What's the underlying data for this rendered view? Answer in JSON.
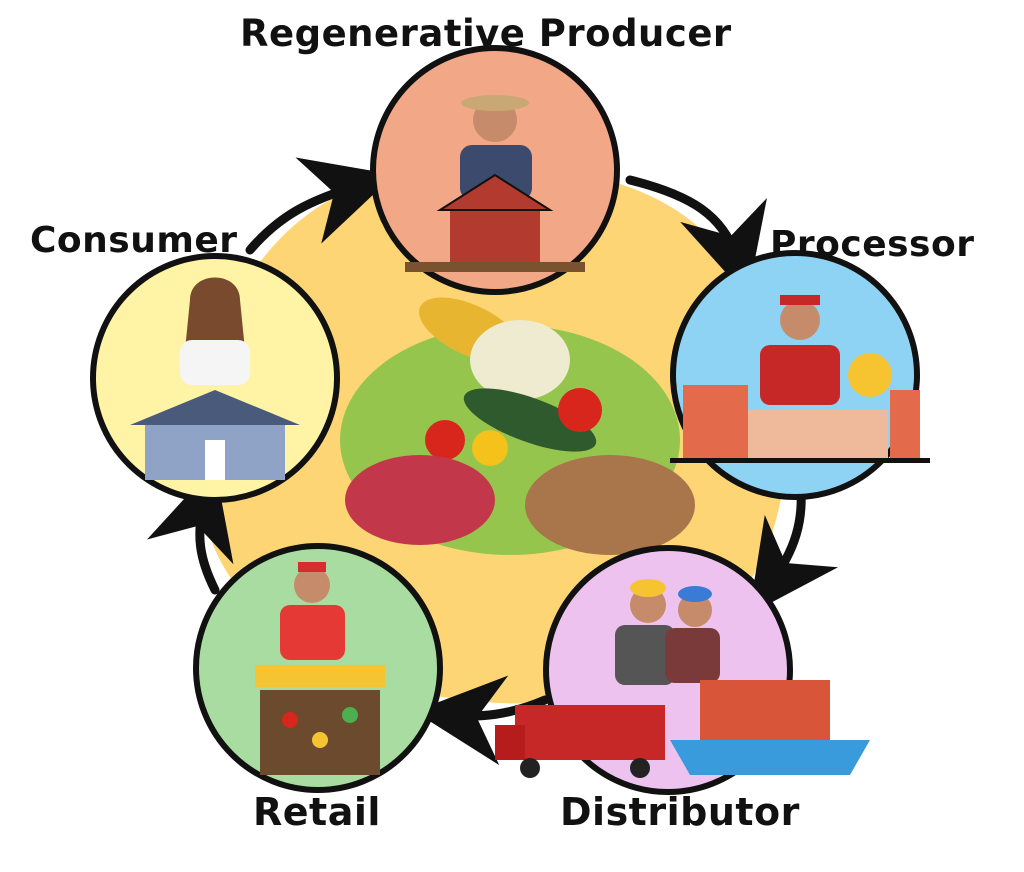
{
  "diagram": {
    "nodes": [
      {
        "id": "producer",
        "label": "Regenerative Producer",
        "icon": "farmer-barn-illustration"
      },
      {
        "id": "processor",
        "label": "Processor",
        "icon": "worker-factory-illustration"
      },
      {
        "id": "distributor",
        "label": "Distributor",
        "icon": "workers-truck-ship-illustration"
      },
      {
        "id": "retail",
        "label": "Retail",
        "icon": "grocer-market-stall-illustration"
      },
      {
        "id": "consumer",
        "label": "Consumer",
        "icon": "woman-house-groceries-illustration"
      }
    ],
    "center": {
      "icon": "food-basket-illustration"
    },
    "flow": "clockwise",
    "colors": {
      "center_blob": "#FDD574",
      "producer_bg": "#F2A887",
      "processor_bg": "#8FD3F4",
      "distributor_bg": "#EDC2EE",
      "retail_bg": "#A9DCA0",
      "consumer_bg": "#FFF4A6",
      "outline": "#111111"
    }
  }
}
